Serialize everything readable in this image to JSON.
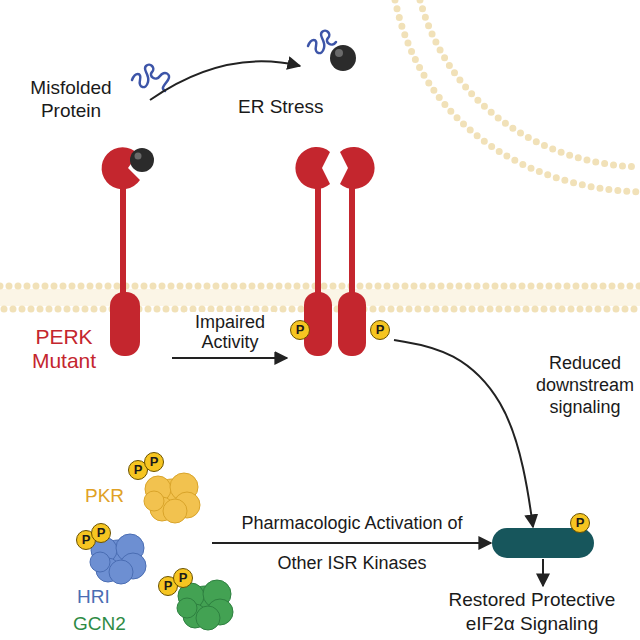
{
  "diagram": {
    "nodes": [
      {
        "text": [
          "Misfolded Protein"
        ]
      },
      {
        "text": [
          "PERK Mutant"
        ]
      },
      {
        "text": [
          "P",
          "P"
        ]
      },
      {
        "text": [
          "PKR",
          "P",
          "P"
        ]
      },
      {
        "text": [
          "HRI",
          "P",
          "P"
        ]
      },
      {
        "text": [
          "GCN2",
          "P",
          "P"
        ]
      },
      {
        "text": [
          "P"
        ]
      },
      {
        "text": [
          "Restored Protective eIF2α Signaling"
        ]
      }
    ],
    "edges": [
      {
        "from": 1,
        "to": 2,
        "label": "Impaired Activity",
        "arrow": "to"
      },
      {
        "from": 2,
        "to": 6,
        "label": "Reduced downstream signaling",
        "arrow": "to"
      },
      {
        "from": 4,
        "to": 6,
        "label": "Pharmacologic Activation of Other ISR Kinases",
        "arrow": "to"
      },
      {
        "from": 6,
        "to": 7,
        "arrow": "to"
      }
    ],
    "labels": [
      "ER Stress"
    ]
  }
}
